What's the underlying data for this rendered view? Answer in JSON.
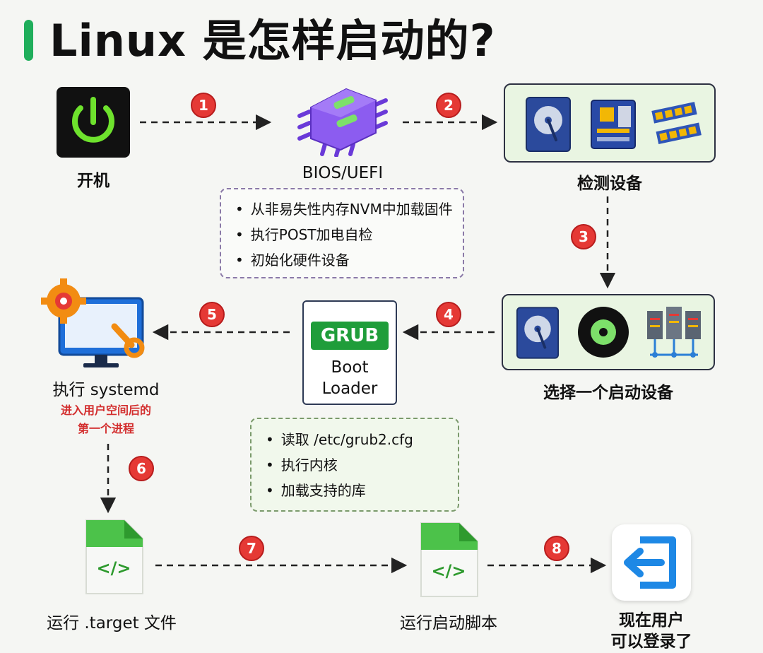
{
  "title": "Linux 是怎样启动的?",
  "colors": {
    "accent": "#1fae5b",
    "badge": "#e53935",
    "arrow": "#222222"
  },
  "steps": [
    "1",
    "2",
    "3",
    "4",
    "5",
    "6",
    "7",
    "8"
  ],
  "nodes": {
    "power_on": {
      "label": "开机",
      "icon": "power-icon"
    },
    "bios": {
      "label": "BIOS/UEFI",
      "icon": "chip-icon"
    },
    "detect": {
      "label": "检测设备",
      "icons": [
        "hard-disk-icon",
        "motherboard-icon",
        "ram-icon"
      ]
    },
    "select_boot": {
      "label": "选择一个启动设备",
      "icons": [
        "hard-disk-icon",
        "cd-disc-icon",
        "network-server-icon"
      ]
    },
    "grub": {
      "tag": "GRUB",
      "line1": "Boot",
      "line2": "Loader"
    },
    "systemd": {
      "label": "执行 systemd",
      "note_line1": "进入用户空间后的",
      "note_line2": "第一个进程",
      "icon": "monitor-settings-icon"
    },
    "target": {
      "label": "运行 .target 文件",
      "icon": "code-file-icon"
    },
    "startup_scripts": {
      "label": "运行启动脚本",
      "icon": "code-file-icon"
    },
    "login": {
      "label_line1": "现在用户",
      "label_line2": "可以登录了",
      "icon": "login-icon"
    }
  },
  "bios_notes": [
    "从非易失性内存NVM中加载固件",
    "执行POST加电自检",
    "初始化硬件设备"
  ],
  "grub_notes": [
    "读取 /etc/grub2.cfg",
    "执行内核",
    "加载支持的库"
  ],
  "code_glyph": "</>"
}
